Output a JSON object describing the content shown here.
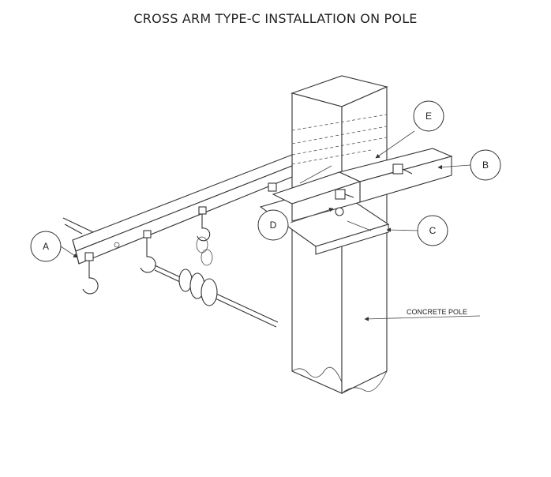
{
  "title": "CROSS ARM TYPE-C INSTALLATION ON POLE",
  "callouts": {
    "a": "A",
    "b": "B",
    "c": "C",
    "d": "D",
    "e": "E"
  },
  "labels": {
    "pole": "CONCRETE POLE"
  }
}
